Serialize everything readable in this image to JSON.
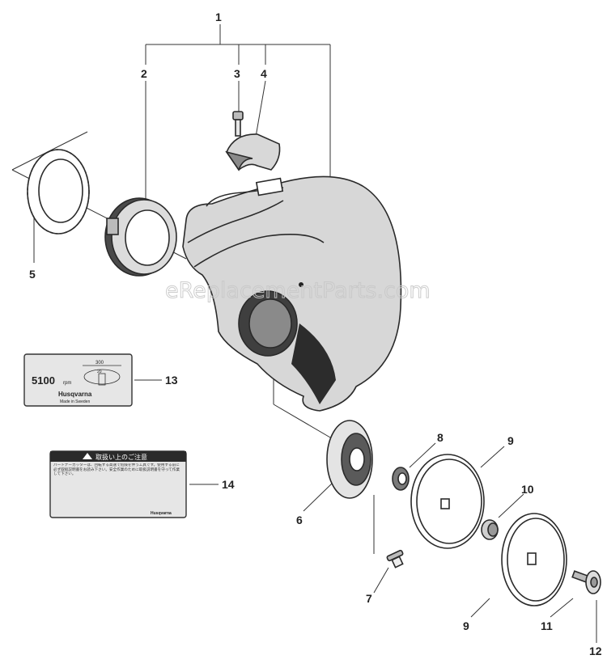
{
  "watermark": "eReplacementParts.com",
  "callouts": {
    "c1": "1",
    "c2": "2",
    "c3": "3",
    "c4": "4",
    "c5": "5",
    "c6": "6",
    "c7": "7",
    "c8": "8",
    "c9a": "9",
    "c9b": "9",
    "c10": "10",
    "c11": "11",
    "c12": "12",
    "c13": "13",
    "c14": "14"
  },
  "rating_plate": {
    "speed_value": "5100",
    "speed_unit": "rpm",
    "dim_outer": "300",
    "dim_inner": "20",
    "brand": "Husqvarna",
    "origin": "Made in Sweden"
  },
  "warning_decal": {
    "title": "取扱い上のご注意",
    "intro": "パートナーカッターは、回転する高速で危険を伴う工具です。使用する前に必ず取扱説明書をお読み下さい。安全作業のために取扱説明書を守って作業して下さい。",
    "brand": "Husqvarna"
  }
}
